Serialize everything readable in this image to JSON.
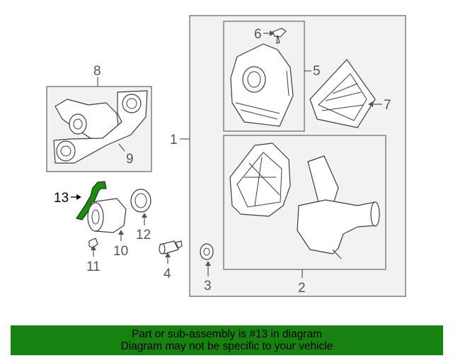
{
  "callouts": [
    "1",
    "2",
    "3",
    "4",
    "5",
    "6",
    "7",
    "8",
    "9",
    "10",
    "11",
    "12",
    "13"
  ],
  "banner": {
    "line1": "Part or sub-assembly is #13 in diagram",
    "line2": "Diagram may not be specific to your vehicle",
    "color": "#17820f"
  },
  "highlight_color": "#1f8a12"
}
